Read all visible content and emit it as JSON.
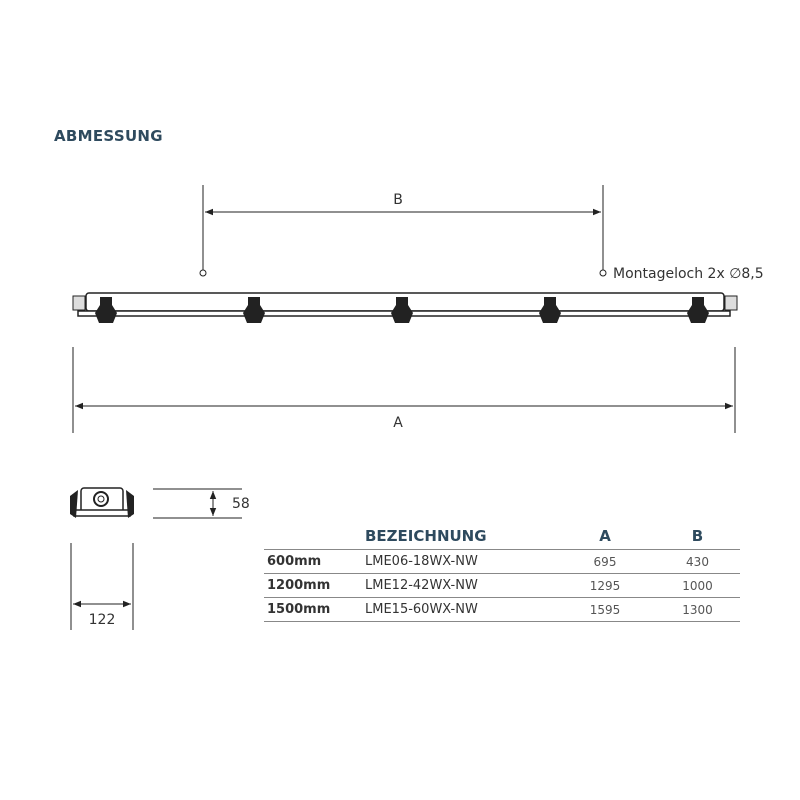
{
  "title": "ABMESSUNG",
  "drawing": {
    "label_b": "B",
    "label_a": "A",
    "mounting_hole": "Montageloch 2x ∅8,5",
    "height_value": "58",
    "width_value": "122"
  },
  "table": {
    "headers": [
      "",
      "BEZEICHNUNG",
      "A",
      "B"
    ],
    "rows": [
      {
        "size": "600mm",
        "name": "LME06-18WX-NW",
        "a": "695",
        "b": "430"
      },
      {
        "size": "1200mm",
        "name": "LME12-42WX-NW",
        "a": "1295",
        "b": "1000"
      },
      {
        "size": "1500mm",
        "name": "LME15-60WX-NW",
        "a": "1595",
        "b": "1300"
      }
    ]
  }
}
